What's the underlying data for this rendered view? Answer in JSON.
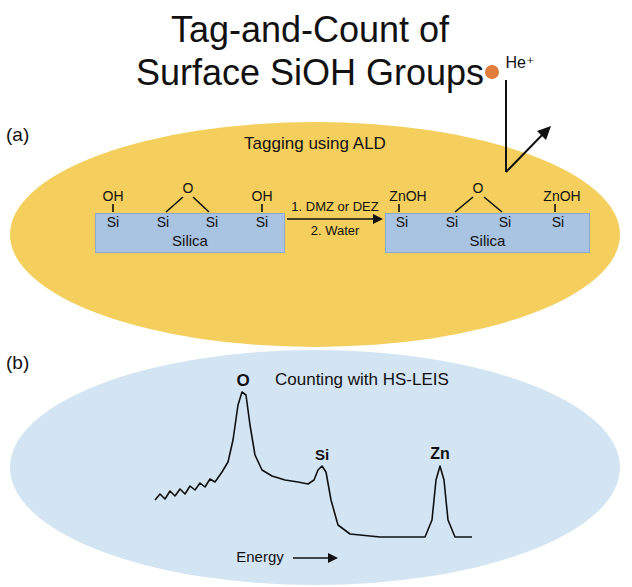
{
  "diagram": {
    "title": "Tag-and-Count of Surface SiOH Groups",
    "nodes": [
      {
        "text": [
          "(a)",
          "Tagging using ALD"
        ]
      },
      {
        "text": [
          "Silica"
        ],
        "in": 0
      },
      {
        "text": [
          "Silica"
        ],
        "in": 0
      },
      {
        "text": [
          "(b)",
          "Counting with HS-LEIS"
        ]
      }
    ],
    "edges": [
      {
        "from": 1,
        "to": 2,
        "arrow": "to",
        "label": "1. DMZ or DEZ"
      }
    ],
    "labels": [
      "OH",
      "Si",
      "Si",
      "O",
      "Si",
      "Si",
      "OH",
      "ZnOH",
      "Si",
      "Si",
      "O",
      "Si",
      "Si",
      "ZnOH",
      "2. Water",
      "He⁺",
      "O",
      "Si",
      "Zn",
      "Energy"
    ]
  }
}
